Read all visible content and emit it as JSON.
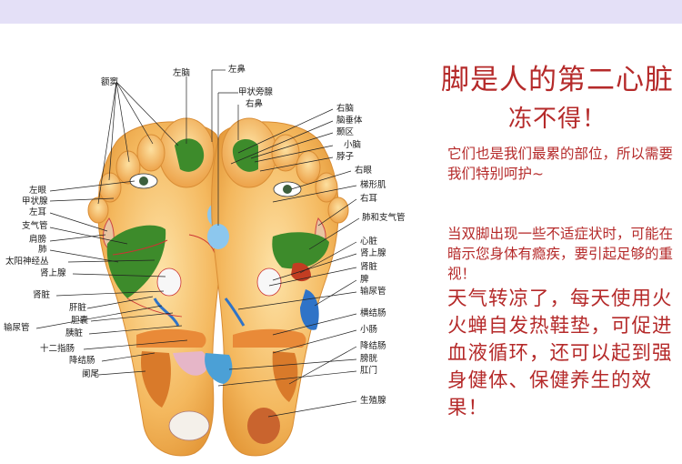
{
  "left_labels": [
    {
      "id": "e1",
      "text": "额窦"
    },
    {
      "id": "e2",
      "text": "左眼"
    },
    {
      "id": "e3",
      "text": "甲状腺"
    },
    {
      "id": "e4",
      "text": "左耳"
    },
    {
      "id": "e5",
      "text": "支气管"
    },
    {
      "id": "e6",
      "text": "肩膀"
    },
    {
      "id": "e7",
      "text": "肺"
    },
    {
      "id": "e8",
      "text": "太阳神经丛"
    },
    {
      "id": "e9",
      "text": "肾上腺"
    },
    {
      "id": "e10",
      "text": "肾脏"
    },
    {
      "id": "e11",
      "text": "肝脏"
    },
    {
      "id": "e12",
      "text": "胆囊"
    },
    {
      "id": "e13",
      "text": "输尿管"
    },
    {
      "id": "e14",
      "text": "胰脏"
    },
    {
      "id": "e15",
      "text": "十二指肠"
    },
    {
      "id": "e16",
      "text": "降结肠"
    },
    {
      "id": "e17",
      "text": "阑尾"
    },
    {
      "id": "e18",
      "text": "左脑"
    }
  ],
  "right_labels": [
    {
      "id": "r1",
      "text": "左鼻"
    },
    {
      "id": "r2",
      "text": "甲状旁腺"
    },
    {
      "id": "r3",
      "text": "右鼻"
    },
    {
      "id": "r4",
      "text": "右脑"
    },
    {
      "id": "r5",
      "text": "脑垂体"
    },
    {
      "id": "r6",
      "text": "颞区"
    },
    {
      "id": "r7",
      "text": "小脑"
    },
    {
      "id": "r8",
      "text": "脖子"
    },
    {
      "id": "r9",
      "text": "右眼"
    },
    {
      "id": "r10",
      "text": "梯形肌"
    },
    {
      "id": "r11",
      "text": "右耳"
    },
    {
      "id": "r12",
      "text": "肺和支气管"
    },
    {
      "id": "r13",
      "text": "心脏"
    },
    {
      "id": "r14",
      "text": "肾上腺"
    },
    {
      "id": "r15",
      "text": "肾脏"
    },
    {
      "id": "r16",
      "text": "脾"
    },
    {
      "id": "r17",
      "text": "输尿管"
    },
    {
      "id": "r18",
      "text": "横结肠"
    },
    {
      "id": "r19",
      "text": "小肠"
    },
    {
      "id": "r20",
      "text": "降结肠"
    },
    {
      "id": "r21",
      "text": "膀胱"
    },
    {
      "id": "r22",
      "text": "肛门"
    },
    {
      "id": "r23",
      "text": "生殖腺"
    }
  ],
  "panel": {
    "headline": "脚是人的第二心脏",
    "subhead": "冻不得！",
    "para1": "它们也是我们最累的部位，所以需要我们特别呵护~",
    "para2": "当双脚出现一些不适症状时，可能在暗示您身体有瘾疾，要引起足够的重视！",
    "promo": "天气转凉了，每天使用火火蝉自发热鞋垫，可促进血液循环，还可以起到强身健体、保健养生的效果！"
  },
  "colors": {
    "text_red": "#b52a2a",
    "band": "#e4e0f7",
    "foot_skin": "#f3b65d",
    "organ_green": "#3d8b2b",
    "organ_blue": "#2f73c7",
    "intestine_orange": "#e98a38"
  }
}
